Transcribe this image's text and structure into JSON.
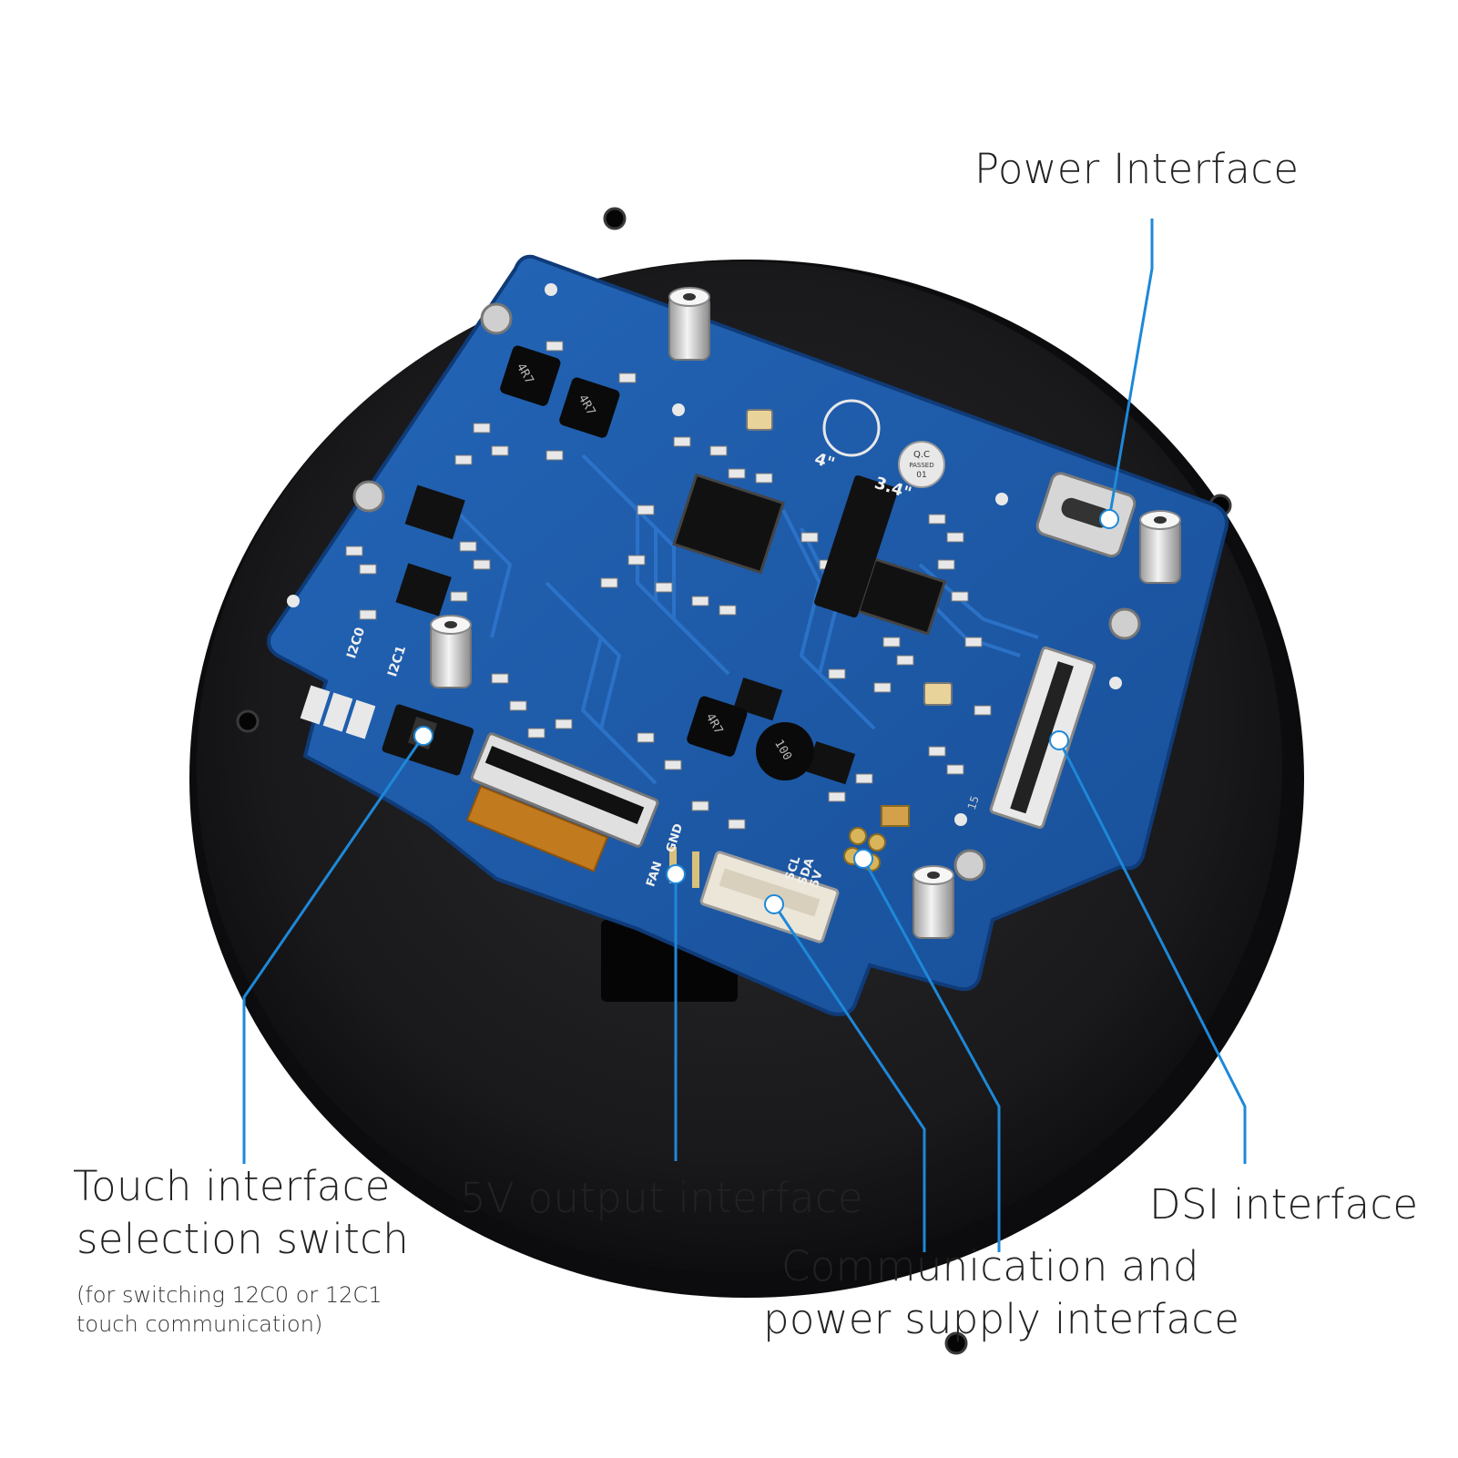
{
  "colors": {
    "background": "#ffffff",
    "plate": "#1c1c1e",
    "pcb": "#1f5fb0",
    "pcb_trace": "#2a6fc4",
    "callout_line": "#1e88d8",
    "text": "#222222"
  },
  "board": {
    "silkscreen": {
      "inductor_1": "4R7",
      "inductor_2": "4R7",
      "inductor_3": "4R7",
      "inductor_4": "100",
      "size_a": "4\"",
      "size_b": "3.4\"",
      "qc_1": "Q.C",
      "qc_2": "PASSED",
      "qc_3": "01",
      "i2c0": "I2C0",
      "i2c1": "I2C1",
      "fan": "FAN",
      "gnd": "GND",
      "scl": "SCL",
      "sda": "SDA",
      "v5": "5V",
      "j": "15"
    }
  },
  "callouts": {
    "power_interface": "Power Interface",
    "touch_switch_line1": "Touch interface",
    "touch_switch_line2": "selection switch",
    "touch_switch_note_line1": "(for switching 12C0 or 12C1",
    "touch_switch_note_line2": "touch communication)",
    "output_5v": "5V output interface",
    "comm_power_line1": "Communication and",
    "comm_power_line2": "power supply interface",
    "dsi_interface": "DSI interface"
  }
}
